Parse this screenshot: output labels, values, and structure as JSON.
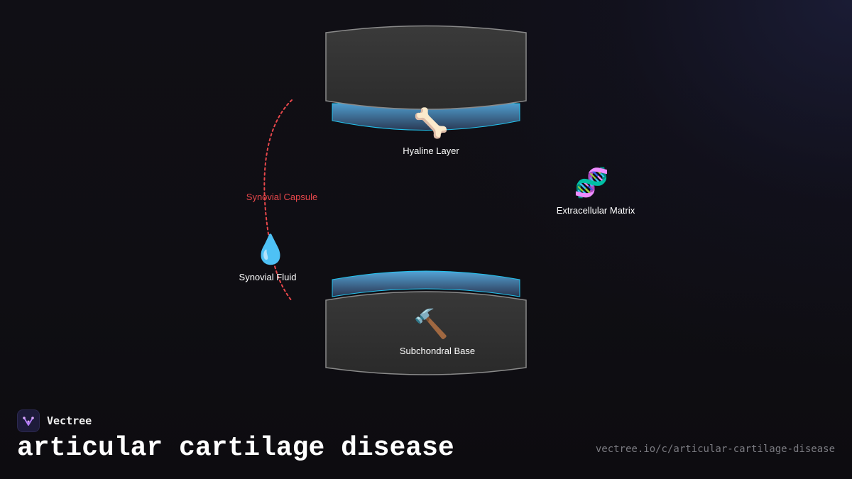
{
  "diagram": {
    "nodes": [
      {
        "id": "hyaline",
        "label": "Hyaline Layer",
        "icon": "bone-icon",
        "glyph": "🦴"
      },
      {
        "id": "matrix",
        "label": "Extracellular Matrix",
        "icon": "dna-icon",
        "glyph": "🧬"
      },
      {
        "id": "capsule",
        "label": "Synovial Capsule"
      },
      {
        "id": "fluid",
        "label": "Synovial Fluid",
        "icon": "droplet-icon",
        "glyph": "💧"
      },
      {
        "id": "subchondral",
        "label": "Subchondral Base",
        "icon": "hammer-icon",
        "glyph": "🔨"
      }
    ],
    "colors": {
      "bone_fill": "#333333",
      "bone_stroke": "#8a8a8a",
      "cartilage_fill": "#3d7fae",
      "cartilage_stroke": "#22c3ee",
      "capsule_stroke": "#e8474b"
    }
  },
  "footer": {
    "brand_name": "Vectree",
    "title": "articular cartilage disease",
    "url": "vectree.io/c/articular-cartilage-disease"
  }
}
